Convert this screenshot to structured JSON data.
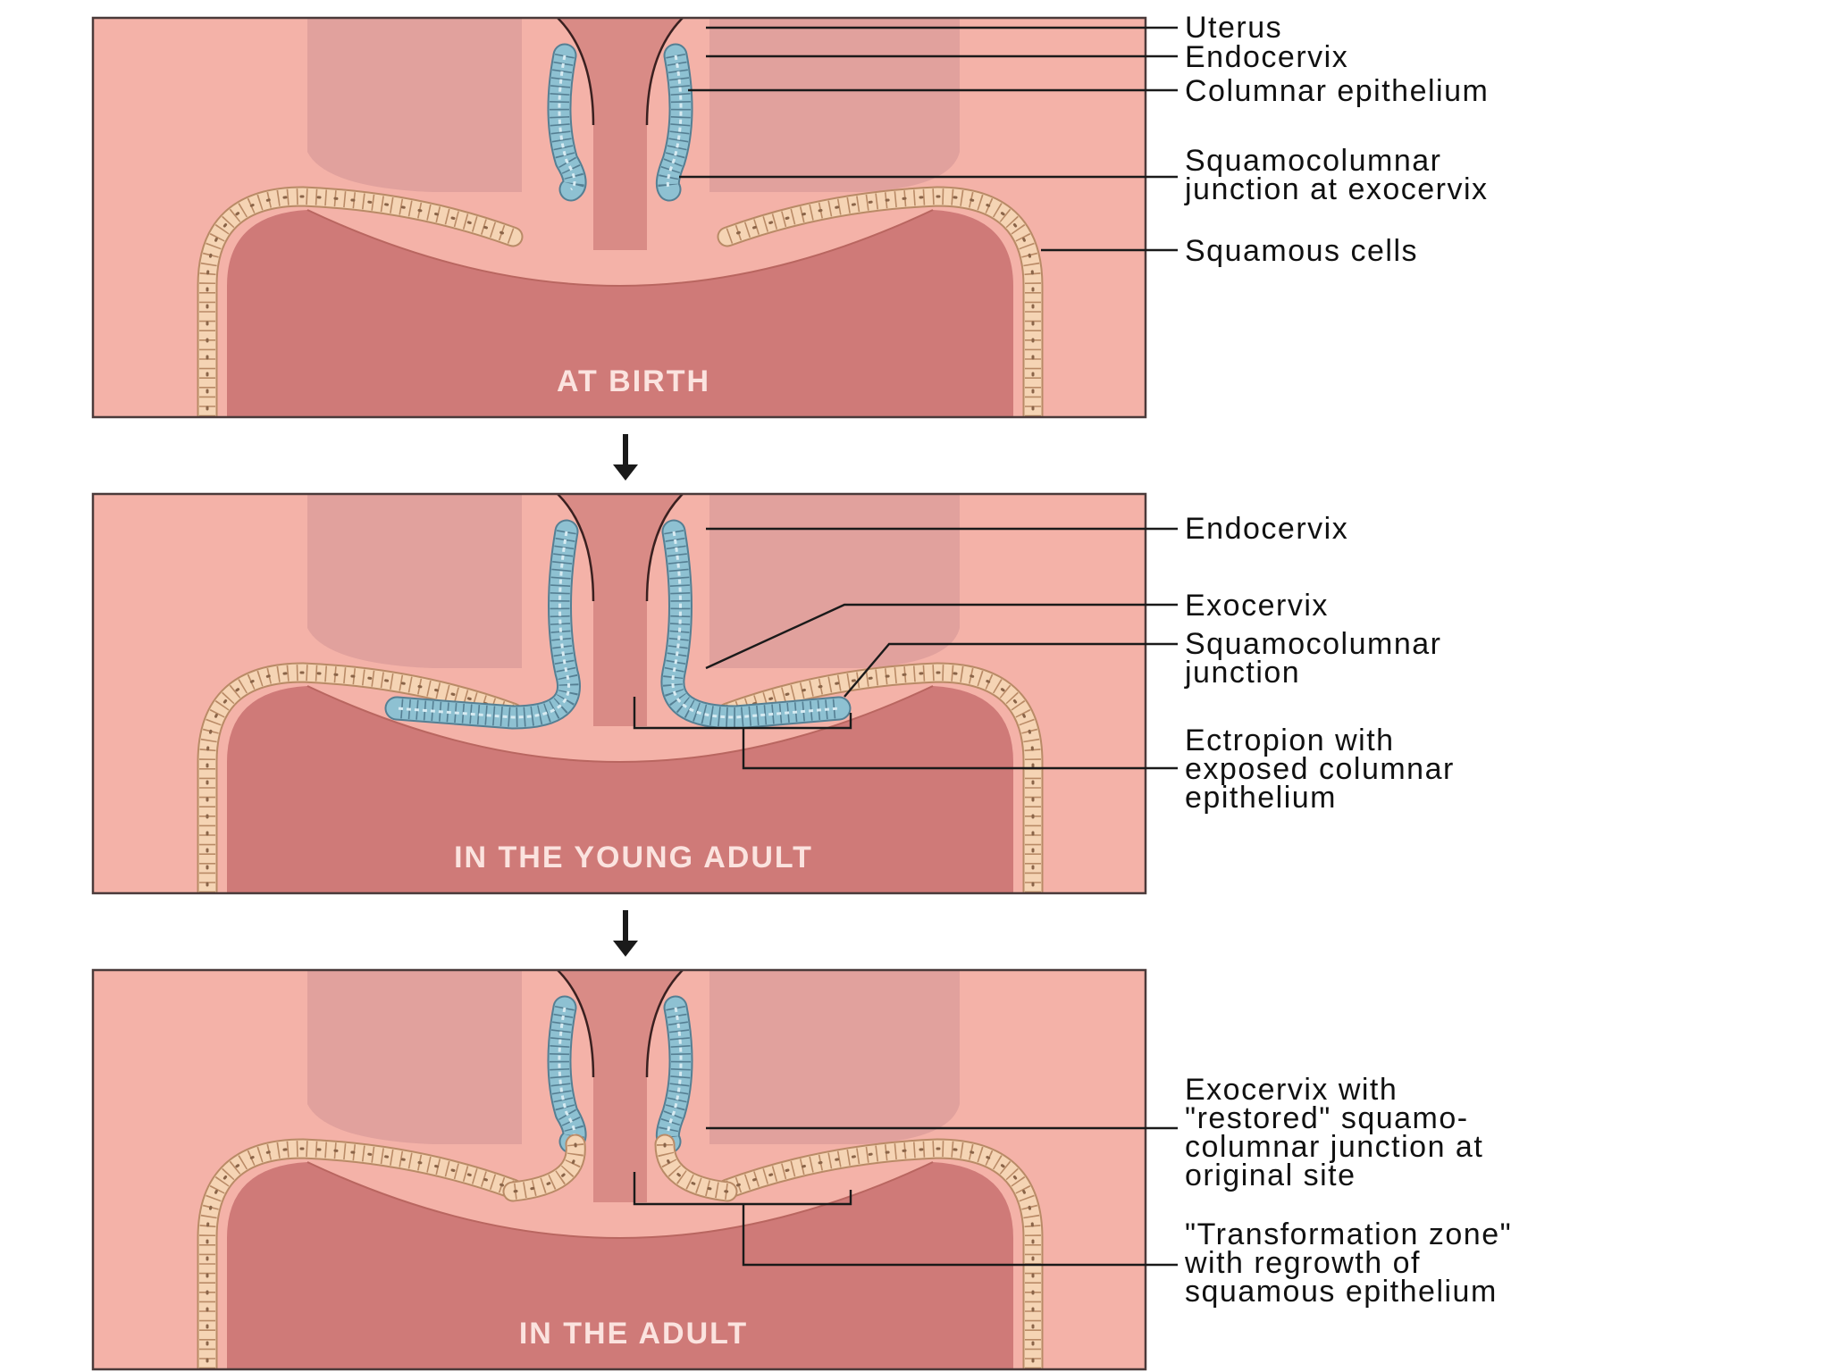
{
  "colors": {
    "tissue": "#f4b2a8",
    "uterus_shade": "#dd9d9b",
    "canal": "#d98b86",
    "vagina": "#cf7a78",
    "squamous": "#f5d4b4",
    "squamous_border": "#b98a66",
    "columnar": "#8ec1d2",
    "columnar_border": "#557f93",
    "leader": "#1a1a1a",
    "arrow": "#1a1a1a"
  },
  "stages": [
    {
      "caption": "AT BIRTH",
      "callouts": [
        "Uterus",
        "Endocervix",
        "Columnar epithelium",
        "Squamocolumnar\njunction at exocervix",
        "Squamous cells"
      ]
    },
    {
      "caption": "IN THE YOUNG ADULT",
      "callouts": [
        "Endocervix",
        "Exocervix",
        "Squamocolumnar\njunction",
        "Ectropion with\nexposed columnar\nepithelium"
      ]
    },
    {
      "caption": "IN THE ADULT",
      "callouts": [
        "Exocervix with\n\"restored\" squamo-\ncolumnar junction at\noriginal site",
        "\"Transformation zone\"\nwith regrowth of\nsquamous epithelium"
      ]
    }
  ],
  "transition_icons": [
    "arrow-down-icon",
    "arrow-down-icon"
  ]
}
